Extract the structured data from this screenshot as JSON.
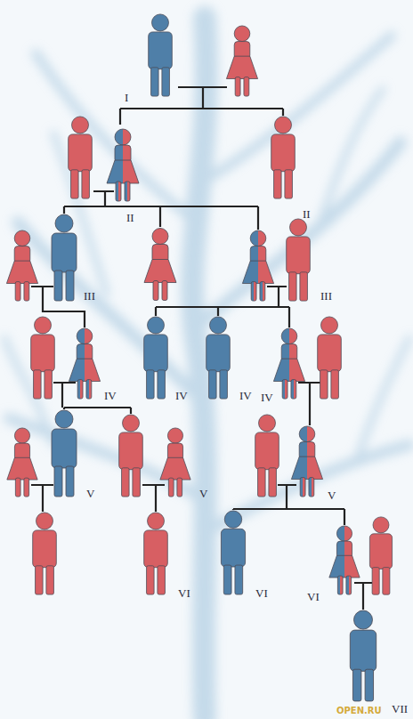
{
  "diagram": {
    "labels": [
      "I",
      "II",
      "II",
      "III",
      "III",
      "IV",
      "IV",
      "IV",
      "IV",
      "V",
      "V",
      "V",
      "VI",
      "VI",
      "VI",
      "VII",
      "OPEN.RU"
    ]
  }
}
